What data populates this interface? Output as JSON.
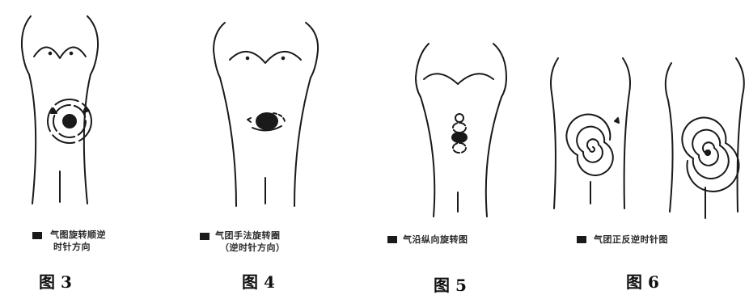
{
  "figures": [
    {
      "label": "图 3",
      "caption_line1": "气图旋转顺逆",
      "caption_line2": "时针方向"
    },
    {
      "label": "图 4",
      "caption_line1": "气团手法旋转圈",
      "caption_line2": "（逆时针方向）"
    },
    {
      "label": "图 5",
      "caption_line1": "气沿纵向旋转图",
      "caption_line2": ""
    },
    {
      "label": "图 6",
      "caption_line1": "气团正反逆时针图",
      "caption_line2": ""
    }
  ],
  "colors": {
    "ink": "#1a1a1a",
    "paper": "#ffffff"
  }
}
